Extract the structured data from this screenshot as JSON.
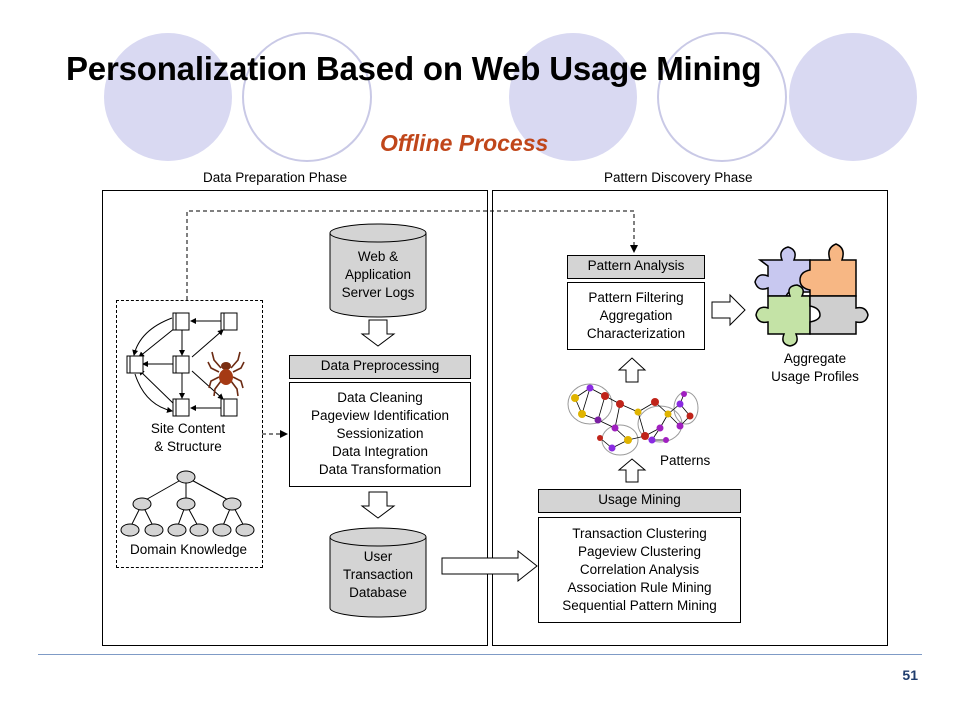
{
  "title": "Personalization Based on Web Usage Mining",
  "subtitle": "Offline Process",
  "phases": {
    "prep": "Data Preparation Phase",
    "discovery": "Pattern Discovery Phase"
  },
  "nodes": {
    "server_logs": [
      "Web &",
      "Application",
      "Server Logs"
    ],
    "preprocessing_header": "Data Preprocessing",
    "preprocessing_items": [
      "Data Cleaning",
      "Pageview Identification",
      "Sessionization",
      "Data Integration",
      "Data Transformation"
    ],
    "transaction_db": [
      "User",
      "Transaction",
      "Database"
    ],
    "site_content": [
      "Site Content",
      "& Structure"
    ],
    "domain_knowledge": "Domain Knowledge",
    "usage_mining_header": "Usage Mining",
    "usage_mining_items": [
      "Transaction Clustering",
      "Pageview Clustering",
      "Correlation Analysis",
      "Association Rule Mining",
      "Sequential Pattern Mining"
    ],
    "patterns": "Patterns",
    "pattern_analysis_header": "Pattern Analysis",
    "pattern_analysis_items": [
      "Pattern Filtering",
      "Aggregation",
      "Characterization"
    ],
    "profiles": [
      "Aggregate",
      "Usage Profiles"
    ]
  },
  "colors": {
    "circle_fill": "#d9d9f2",
    "circle_outline": "#c9c9e6",
    "subtitle": "#c0461a",
    "header_fill": "#d4d4d4",
    "puzzle_blue": "#c8c8f0",
    "puzzle_orange": "#f7b784",
    "puzzle_green": "#c4e3a6",
    "puzzle_gray": "#cfcfcf",
    "footer_rule": "#7f9bc6"
  },
  "icons": [
    "spider-icon",
    "page-icon",
    "puzzle-icon",
    "block-arrow-icon"
  ],
  "page_number": "51"
}
